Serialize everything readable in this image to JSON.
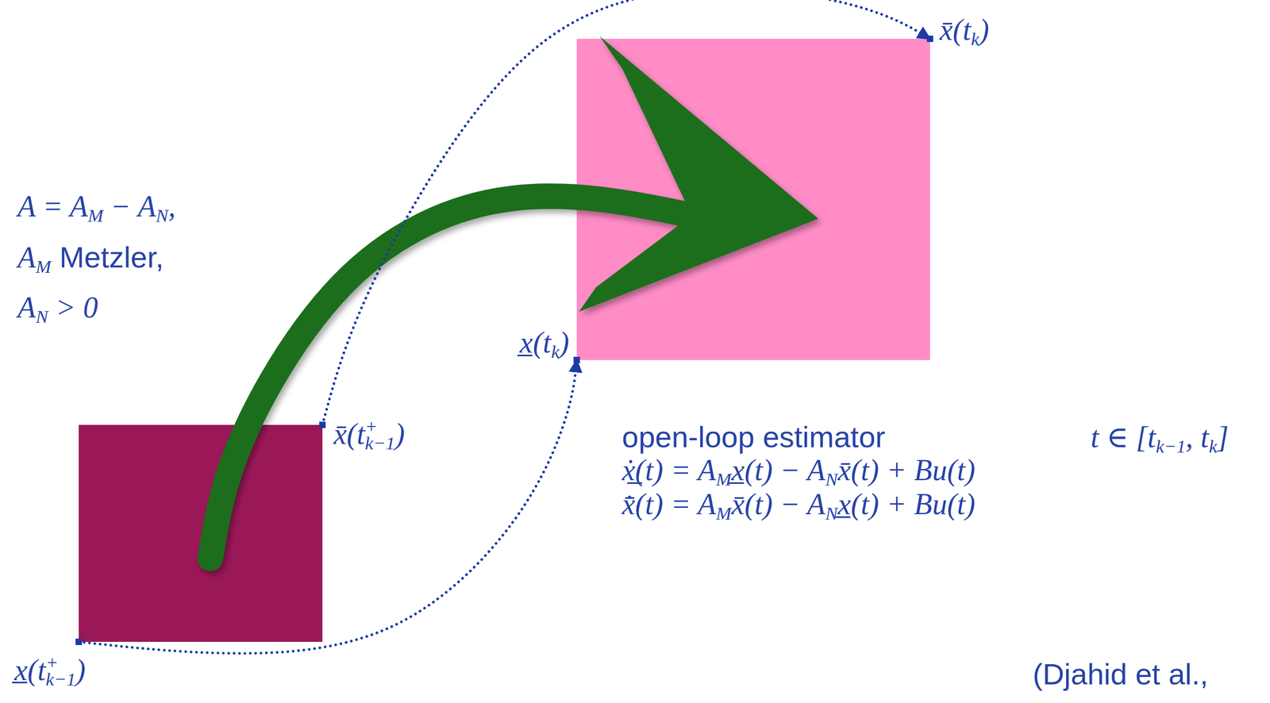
{
  "diagram": {
    "nodes": [
      {
        "text": [
          "x̄(tk)",
          "x̲(tk)"
        ]
      },
      {
        "text": [
          "x̄(t+k−1)",
          "x̲(t+k−1)"
        ]
      }
    ],
    "edges": [
      {
        "from": 1,
        "to": 0,
        "arrow": "to"
      },
      {
        "from": 1,
        "to": 0,
        "arrow": "to"
      },
      {
        "from": 1,
        "to": 0,
        "arrow": "to"
      }
    ],
    "labels": [
      "A = AM − AN,",
      "AM Metzler,",
      "AN > 0",
      "open-loop estimator",
      "t ∈ [tk−1, tk]",
      "ẋ̲(t) = AMx̲(t) − ANx̄(t) + Bu(t)",
      "x̄̇(t) = AMx̄(t) − ANx̲(t) + Bu(t)",
      "(Djahid et al.,"
    ]
  }
}
